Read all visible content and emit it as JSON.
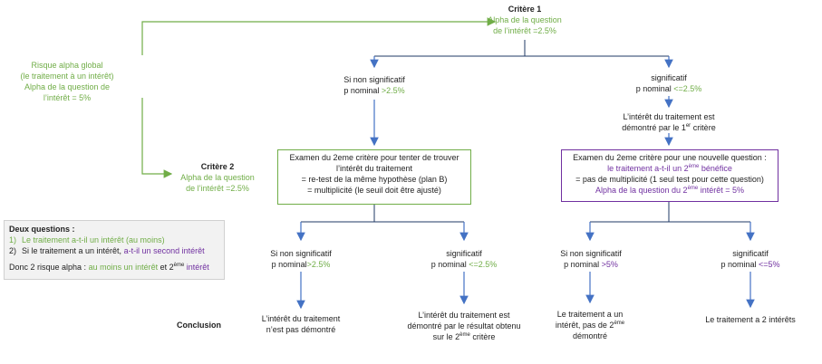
{
  "colors": {
    "green": "#70AD47",
    "purple": "#7030A0",
    "blue": "#4472C4"
  },
  "risk_global": {
    "line1": "Risque alpha global",
    "line2": "(le traitement à un intérêt)",
    "line3": "Alpha de la question de",
    "line4": "l’intérêt = 5%"
  },
  "crit1": {
    "title": "Critère 1",
    "line1": "Alpha de la question",
    "line2": "de l’intérêt =2.5%"
  },
  "crit2": {
    "title": "Critère 2",
    "line1": "Alpha de la question",
    "line2": "de l’intérêt =2.5%"
  },
  "c1_nonsig": {
    "line1": "Si non significatif",
    "p_prefix": "p nominal",
    "p_val": ">2.5%"
  },
  "c1_sig": {
    "line1": "significatif",
    "p_prefix": "p nominal",
    "p_val": "<=2.5%"
  },
  "c1_sig_result": {
    "line1": "L’intérêt du traitement est",
    "line2_a": "démontré par le 1",
    "line2_sup": "er",
    "line2_b": " critère"
  },
  "exam_left": {
    "line1": "Examen du 2eme critère pour tenter de trouver",
    "line2": "l’intérêt du traitement",
    "line3": "= re-test de la même hypothèse (plan B)",
    "line4": "= multiplicité (le seuil doit être ajusté)"
  },
  "exam_right": {
    "line1": "Examen du 2eme critère pour une nouvelle question :",
    "line2_a": "le traitement a-t-il un 2",
    "line2_sup": "ème",
    "line2_b": " bénéfice",
    "line3": "= pas de multiplicité (1 seul test pour cette question)",
    "line4_a": "Alpha de la question du 2",
    "line4_sup": "ème",
    "line4_b": " intérêt = 5%"
  },
  "legend": {
    "title": "Deux questions :",
    "item1_num": "1)",
    "item1_text": "Le traitement a-t-il un intérêt (au moins)",
    "item2_num": "2)",
    "item2_a": "Si le traitement a un intérêt, ",
    "item2_b": "a-t-il un second intérêt",
    "summary_a": "Donc 2 risque alpha : ",
    "summary_b": "au moins un intérêt",
    "summary_c": " et 2",
    "summary_sup": "ème",
    "summary_d": " intérêt"
  },
  "l_nonsig": {
    "line1": "Si non significatif",
    "p_prefix": "p nominal",
    "p_val": ">2.5%"
  },
  "l_sig": {
    "line1": "significatif",
    "p_prefix": "p nominal",
    "p_val": "<=2.5%"
  },
  "r_nonsig": {
    "line1": "Si non significatif",
    "p_prefix": "p nominal",
    "p_val": ">5%"
  },
  "r_sig": {
    "line1": "significatif",
    "p_prefix": "p nominal",
    "p_val": "<=5%"
  },
  "conclusion_label": "Conclusion",
  "concl1": {
    "line1": "L’intérêt du traitement",
    "line2": "n’est pas démontré"
  },
  "concl2": {
    "line1": "L’intérêt du traitement est",
    "line2": "démontré par le résultat obtenu",
    "line3_a": "sur le 2",
    "line3_sup": "ème",
    "line3_b": " critère"
  },
  "concl3": {
    "line1": "Le traitement a un",
    "line2_a": "intérêt, pas de 2",
    "line2_sup": "ème",
    "line3": "démontré"
  },
  "concl4": {
    "line1": "Le traitement a 2 intérêts"
  }
}
